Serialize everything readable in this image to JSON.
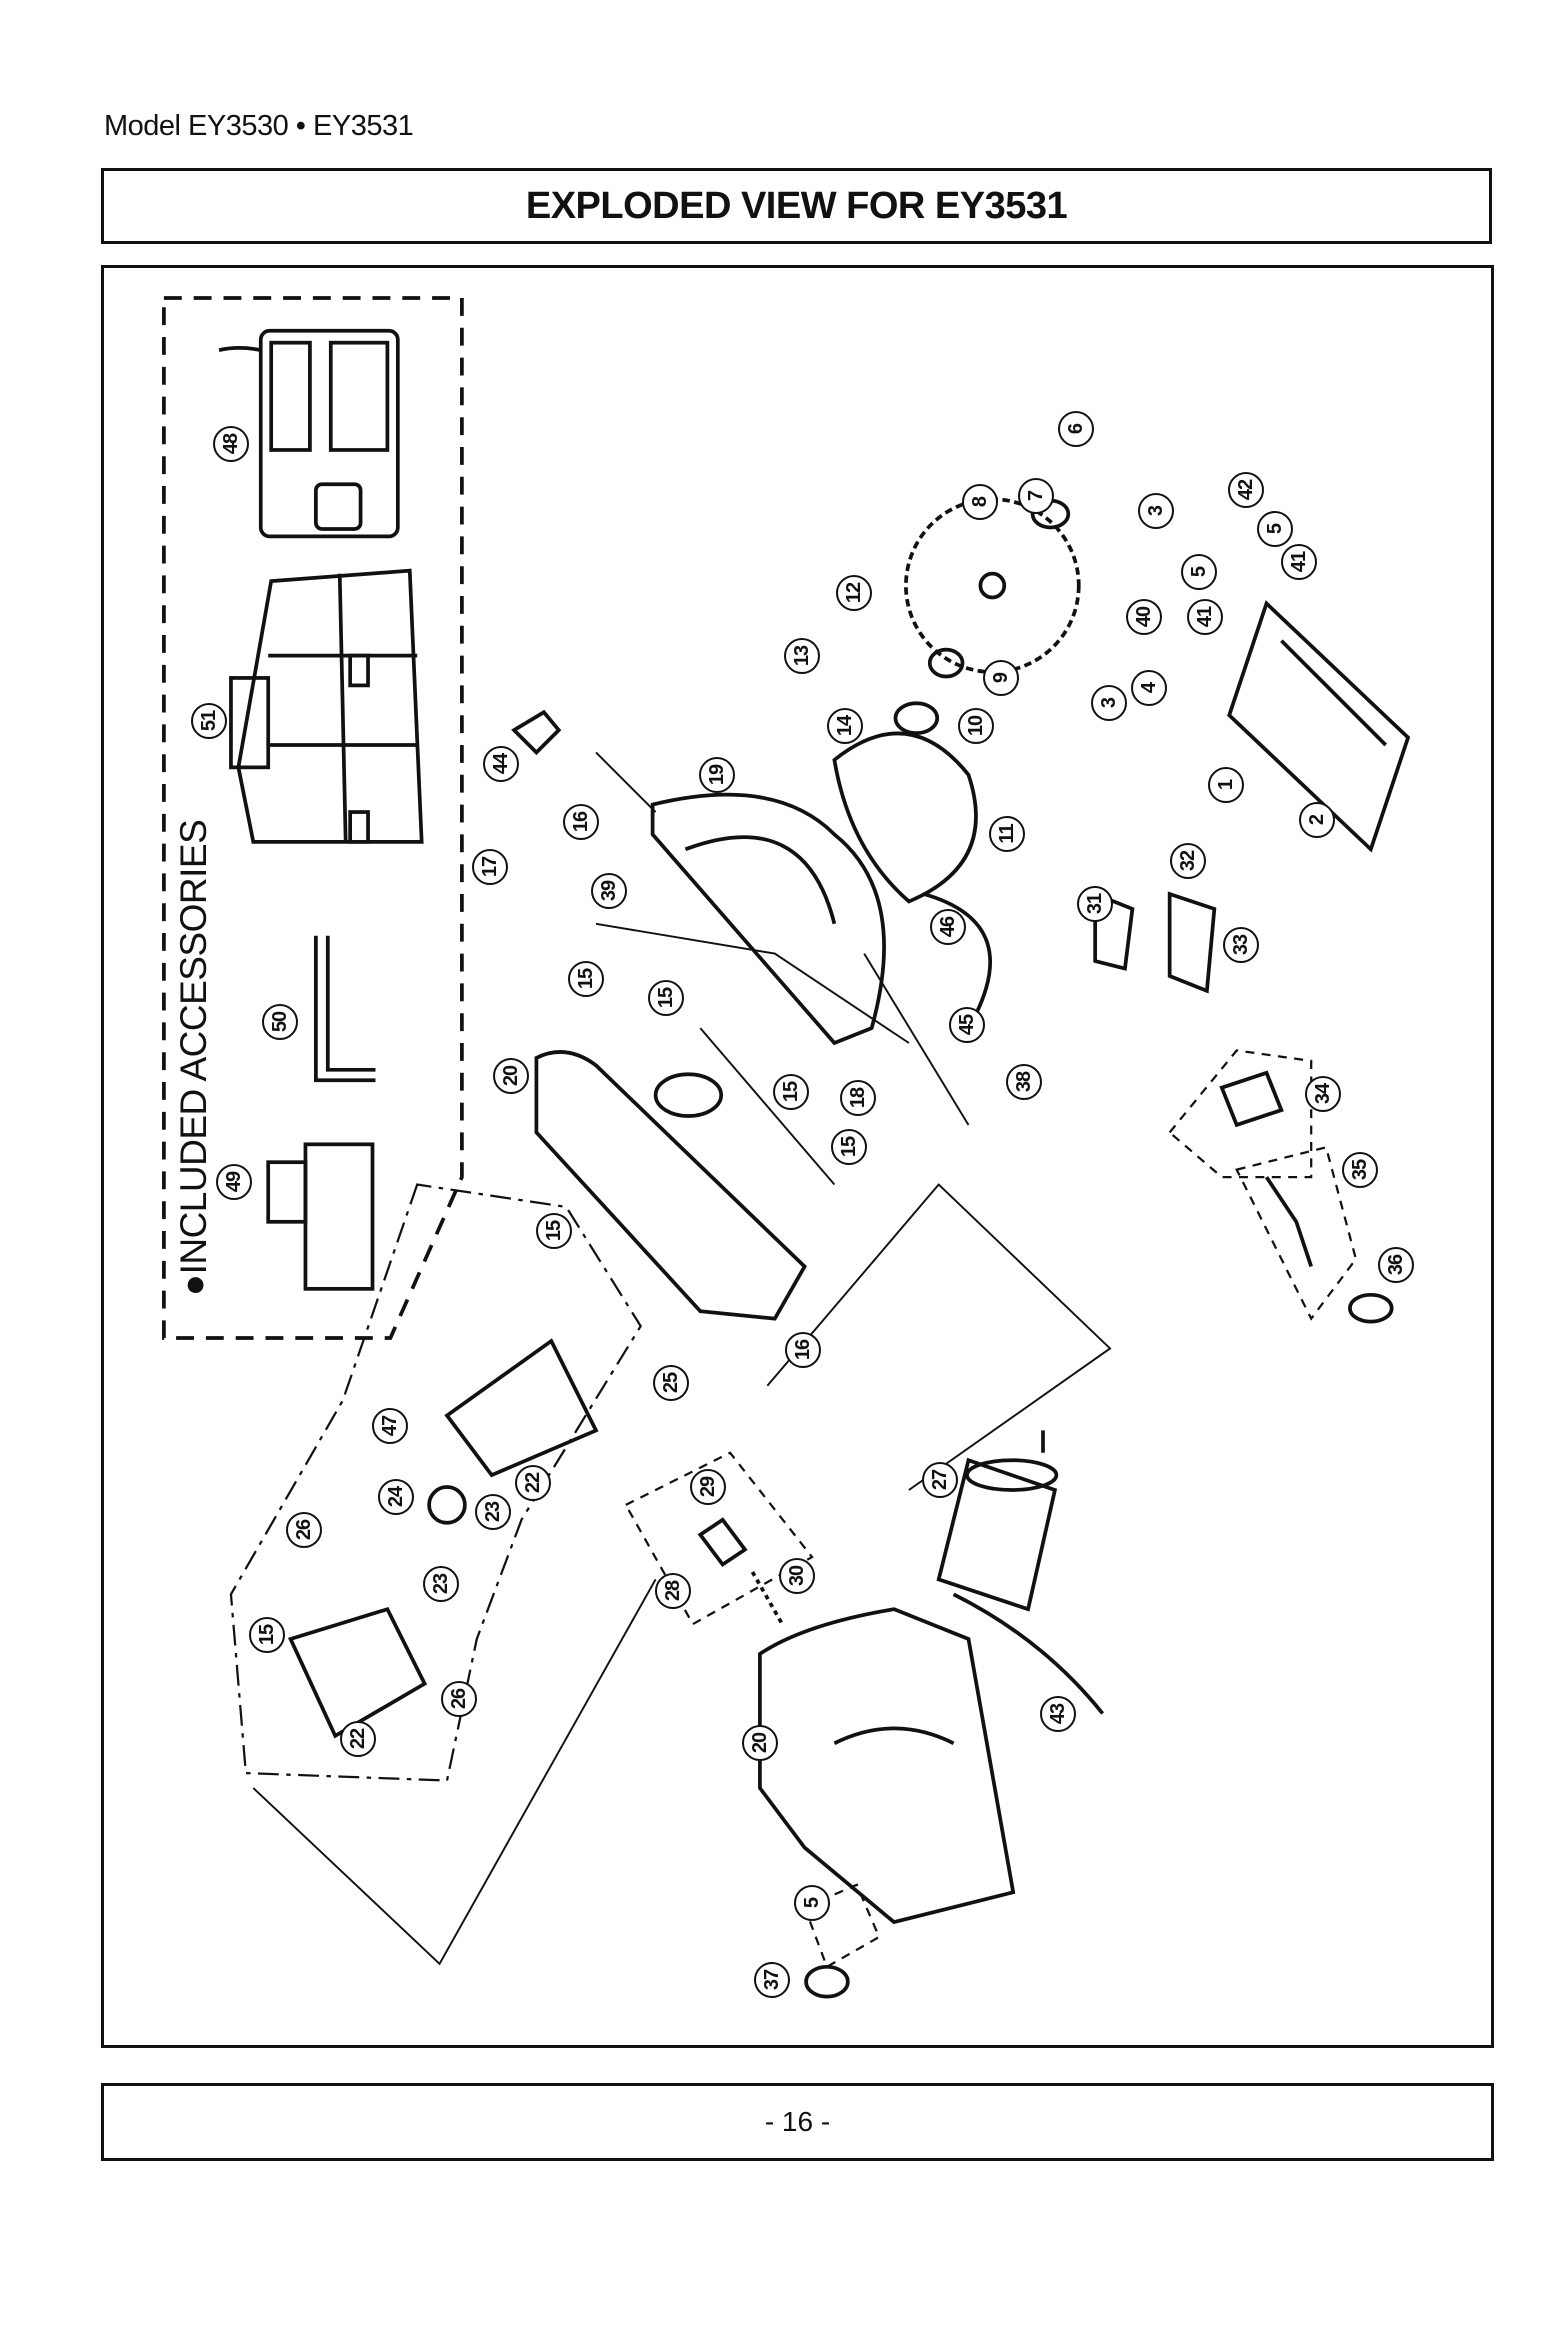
{
  "header": {
    "model": "Model EY3530 • EY3531"
  },
  "title": "EXPLODED VIEW FOR EY3531",
  "accessories": {
    "label": "●INCLUDED ACCESSORIES",
    "parts": [
      "48",
      "51",
      "50",
      "49"
    ]
  },
  "callouts": [
    "6",
    "7",
    "8",
    "12",
    "13",
    "14",
    "9",
    "10",
    "11",
    "19",
    "44",
    "17",
    "16",
    "39",
    "15",
    "15",
    "20",
    "15",
    "18",
    "15",
    "46",
    "45",
    "38",
    "3",
    "42",
    "5",
    "5",
    "41",
    "41",
    "40",
    "3",
    "4",
    "1",
    "2",
    "31",
    "32",
    "33",
    "34",
    "35",
    "36",
    "15",
    "16",
    "25",
    "47",
    "24",
    "22",
    "23",
    "26",
    "23",
    "15",
    "22",
    "26",
    "29",
    "28",
    "30",
    "27",
    "20",
    "43",
    "5",
    "37"
  ],
  "footer": {
    "page": "- 16 -"
  }
}
